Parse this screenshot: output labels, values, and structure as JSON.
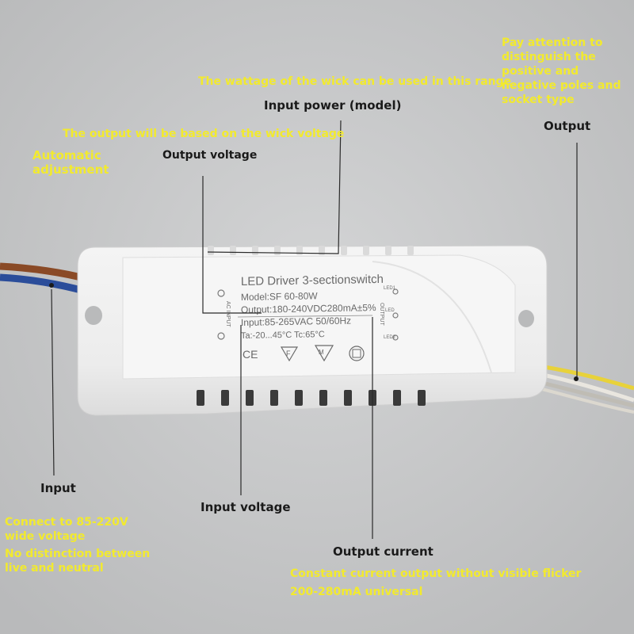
{
  "annotations": {
    "input_power": "Input power (model)",
    "wattage_note": "The wattage of the wick can be used in this range",
    "output_voltage": "Output voltage",
    "output_voltage_note": "The output will be based on the wick voltage",
    "auto_adjust_note": "Automatic adjustment",
    "output": "Output",
    "output_note": "Pay attention to distinguish the positive and negative poles and socket type",
    "input": "Input",
    "input_note_1": "Connect to 85-220V wide voltage",
    "input_note_2": "No distinction between live and neutral",
    "input_voltage": "Input voltage",
    "output_current": "Output current",
    "output_current_note_1": "Constant current output without visible flicker",
    "output_current_note_2": "200-280mA universal"
  },
  "device_label": {
    "title": "LED Driver 3-sectionswitch",
    "model": "Model:SF 60-80W",
    "output": "Output:180-240VDC280mA±5%",
    "input": "Input:85-265VAC 50/60Hz",
    "temp": "Ta:-20...45°C Tc:65°C",
    "ce_mark": "CE",
    "f_mark": "F",
    "ac_input": "AC INPUT",
    "output_side": "OUTPUT",
    "led1": "LED1",
    "led": "LED",
    "led2": "LED2"
  },
  "colors": {
    "background": "#c9cacb",
    "annotation_yellow": "#f2ea2e",
    "annotation_dark": "#1a1a1a",
    "wire_brown": "#8a4a26",
    "wire_blue": "#2b4d9a",
    "wire_yellow": "#e8d23a",
    "wire_white": "#e9e6df"
  }
}
